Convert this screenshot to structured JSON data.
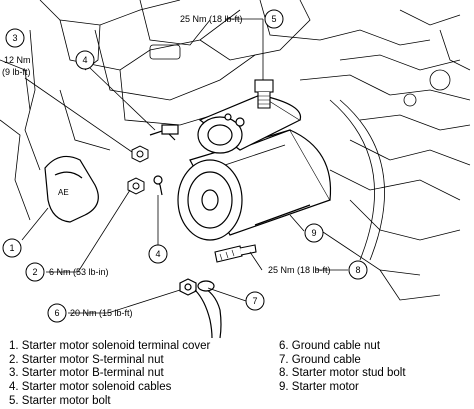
{
  "callouts": {
    "c1": "1",
    "c2": "2",
    "c3": "3",
    "c4a": "4",
    "c4b": "4",
    "c5": "5",
    "c6": "6",
    "c7": "7",
    "c8": "8",
    "c9": "9"
  },
  "torque": {
    "t3_line1": "12 Nm",
    "t3_line2": "(9 lb-ft)",
    "t5": "25 Nm (18 lb-ft)",
    "t2": "6 Nm (53 lb-in)",
    "t8": "25 Nm (18 lb-ft)",
    "t6": "20 Nm (15 lb-ft)"
  },
  "legend": {
    "left": [
      "1. Starter motor solenoid terminal cover",
      "2. Starter motor S-terminal nut",
      "3. Starter motor B-terminal nut",
      "4. Starter motor solenoid cables",
      "5. Starter motor bolt"
    ],
    "right": [
      "6. Ground cable nut",
      "7. Ground cable",
      "8. Starter motor stud bolt",
      "9. Starter motor"
    ]
  }
}
